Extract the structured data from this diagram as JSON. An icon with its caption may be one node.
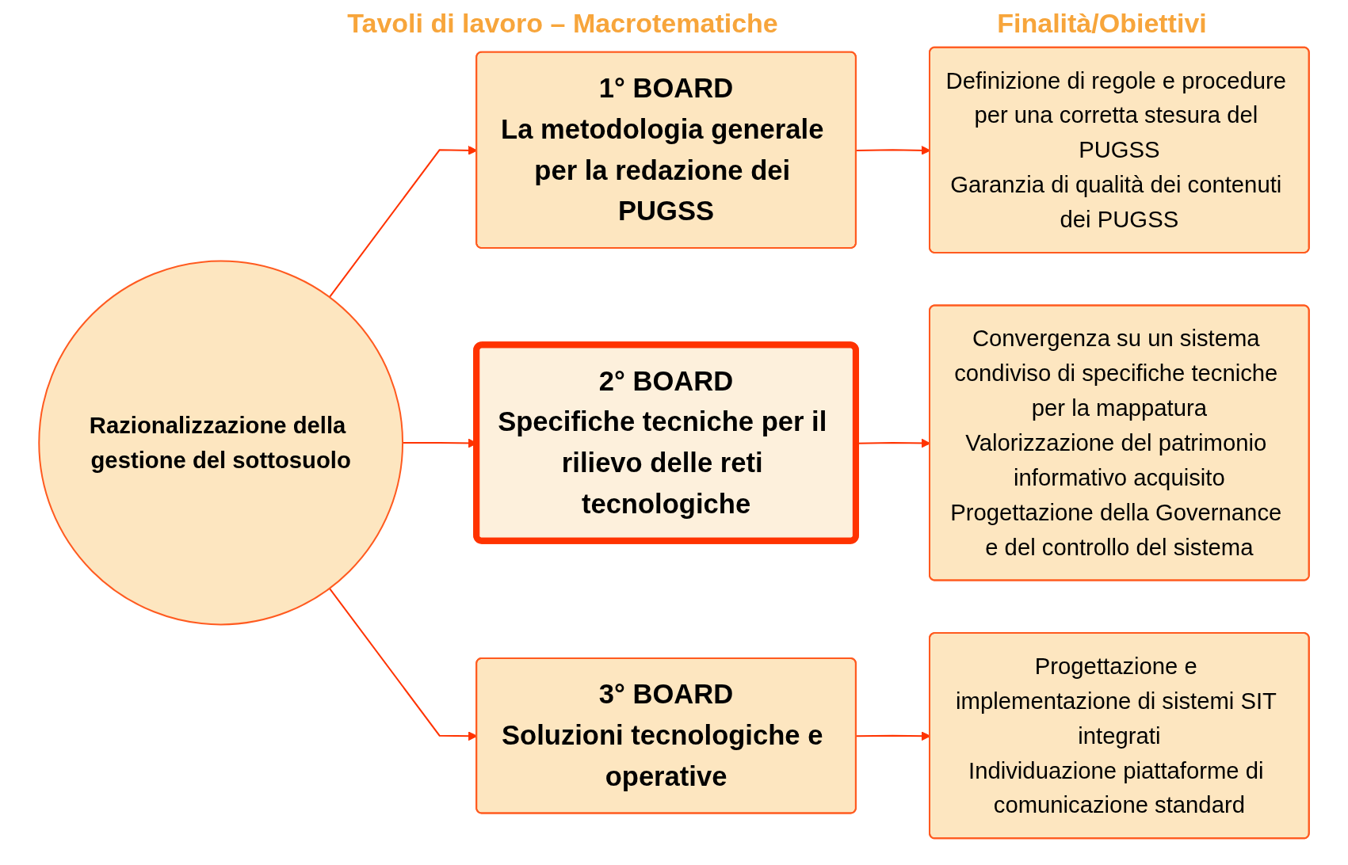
{
  "diagram": {
    "nodes": [
      {
        "text": [
          "Razionalizzazione della gestione del sottosuolo"
        ]
      },
      {
        "text": [
          "1° BOARD",
          "La metodologia generale per la redazione dei PUGSS"
        ]
      },
      {
        "text": [
          "2° BOARD",
          "Specifiche tecniche per il rilievo delle reti tecnologiche"
        ]
      },
      {
        "text": [
          "3° BOARD",
          "Soluzioni tecnologiche e operative"
        ]
      },
      {
        "text": [
          "Definizione di regole e procedure per una corretta stesura del PUGSS",
          "Garanzia di qualità dei contenuti dei PUGSS"
        ]
      },
      {
        "text": [
          "Convergenza su un sistema condiviso di specifiche tecniche per la mappatura",
          "Valorizzazione del patrimonio informativo acquisito",
          "Progettazione della Governance e del controllo del sistema"
        ]
      },
      {
        "text": [
          "Progettazione e implementazione di sistemi SIT integrati",
          "Individuazione piattaforme di comunicazione standard"
        ]
      }
    ],
    "edges": [
      {
        "from": 0,
        "to": 1,
        "arrow": "to"
      },
      {
        "from": 0,
        "to": 2,
        "arrow": "to"
      },
      {
        "from": 0,
        "to": 3,
        "arrow": "to"
      },
      {
        "from": 1,
        "to": 4,
        "arrow": "to"
      },
      {
        "from": 2,
        "to": 5,
        "arrow": "to"
      },
      {
        "from": 3,
        "to": 6,
        "arrow": "to"
      }
    ],
    "labels": [
      "Tavoli di lavoro – Macrotematiche",
      "Finalità/Obiettivi"
    ]
  }
}
